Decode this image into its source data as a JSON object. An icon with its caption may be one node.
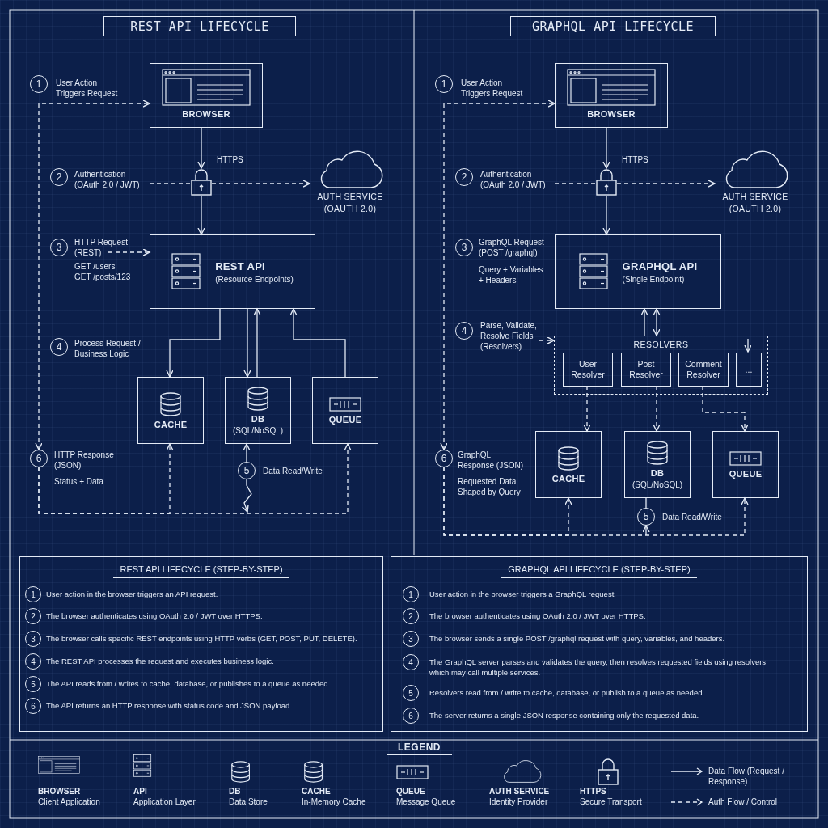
{
  "diagram": {
    "nodes": [
      {
        "text": [
          "REST API LIFECYCLE"
        ]
      },
      {
        "text": [
          "BROWSER"
        ]
      },
      {
        "text": [],
        "shape": "lock",
        "beside": [
          "HTTPS"
        ]
      },
      {
        "text": [
          "AUTH SERVICE (OAUTH 2.0)"
        ]
      },
      {
        "text": [
          "REST API",
          "(Resource Endpoints)"
        ]
      },
      {
        "text": [
          "CACHE"
        ]
      },
      {
        "text": [
          "DB",
          "(SQL/NoSQL)"
        ]
      },
      {
        "text": [
          "QUEUE"
        ]
      },
      {
        "text": [
          "1"
        ],
        "beside": [
          "User Action Triggers Request"
        ]
      },
      {
        "text": [
          "2"
        ],
        "beside": [
          "Authentication (OAuth 2.0 / JWT)"
        ]
      },
      {
        "text": [
          "3"
        ],
        "beside": [
          "HTTP Request (REST)",
          "GET /users GET /posts/123"
        ]
      },
      {
        "text": [
          "4"
        ],
        "beside": [
          "Process Request / Business Logic"
        ]
      },
      {
        "text": [
          "5"
        ],
        "beside": [
          "Data Read/Write"
        ]
      },
      {
        "text": [
          "6"
        ],
        "beside": [
          "HTTP Response (JSON)",
          "Status + Data"
        ]
      },
      {
        "text": [
          "GRAPHQL API LIFECYCLE"
        ]
      },
      {
        "text": [
          "BROWSER"
        ]
      },
      {
        "text": [],
        "shape": "lock",
        "beside": [
          "HTTPS"
        ]
      },
      {
        "text": [
          "AUTH SERVICE (OAUTH 2.0)"
        ]
      },
      {
        "text": [
          "GRAPHQL API",
          "(Single Endpoint)"
        ]
      },
      {
        "text": [
          "RESOLVERS"
        ]
      },
      {
        "text": [
          "User Resolver"
        ],
        "in": 19
      },
      {
        "text": [
          "Post Resolver"
        ],
        "in": 19
      },
      {
        "text": [
          "Comment Resolver"
        ],
        "in": 19
      },
      {
        "text": [
          "..."
        ],
        "in": 19
      },
      {
        "text": [
          "CACHE"
        ]
      },
      {
        "text": [
          "DB",
          "(SQL/NoSQL)"
        ]
      },
      {
        "text": [
          "QUEUE"
        ]
      },
      {
        "text": [
          "1"
        ],
        "beside": [
          "User Action Triggers Request"
        ]
      },
      {
        "text": [
          "2"
        ],
        "beside": [
          "Authentication (OAuth 2.0 / JWT)"
        ]
      },
      {
        "text": [
          "3"
        ],
        "beside": [
          "GraphQL Request (POST /graphql)",
          "Query + Variables + Headers"
        ]
      },
      {
        "text": [
          "4"
        ],
        "beside": [
          "Parse, Validate, Resolve Fields (Resolvers)"
        ]
      },
      {
        "text": [
          "5"
        ],
        "beside": [
          "Data Read/Write"
        ]
      },
      {
        "text": [
          "6"
        ],
        "beside": [
          "GraphQL Response (JSON)",
          "Requested Data Shaped by Query"
        ]
      },
      {
        "text": [
          "REST API LIFECYCLE (STEP-BY-STEP)"
        ]
      },
      {
        "text": [
          "1"
        ],
        "in": 33,
        "beside": [
          "User action in the browser triggers an API request."
        ]
      },
      {
        "text": [
          "2"
        ],
        "in": 33,
        "beside": [
          "The browser authenticates using OAuth 2.0 / JWT over HTTPS."
        ]
      },
      {
        "text": [
          "3"
        ],
        "in": 33,
        "beside": [
          "The browser calls specific REST endpoints using HTTP verbs (GET, POST, PUT, DELETE)."
        ]
      },
      {
        "text": [
          "4"
        ],
        "in": 33,
        "beside": [
          "The REST API processes the request and executes business logic."
        ]
      },
      {
        "text": [
          "5"
        ],
        "in": 33,
        "beside": [
          "The API reads from / writes to cache, database, or publishes to a queue as needed."
        ]
      },
      {
        "text": [
          "6"
        ],
        "in": 33,
        "beside": [
          "The API returns an HTTP response with status code and JSON payload."
        ]
      },
      {
        "text": [
          "GRAPHQL API LIFECYCLE (STEP-BY-STEP)"
        ]
      },
      {
        "text": [
          "1"
        ],
        "in": 40,
        "beside": [
          "User action in the browser triggers a GraphQL request."
        ]
      },
      {
        "text": [
          "2"
        ],
        "in": 40,
        "beside": [
          "The browser authenticates using OAuth 2.0 / JWT over HTTPS."
        ]
      },
      {
        "text": [
          "3"
        ],
        "in": 40,
        "beside": [
          "The browser sends a single POST /graphql request with query, variables, and headers."
        ]
      },
      {
        "text": [
          "4"
        ],
        "in": 40,
        "beside": [
          "The GraphQL server parses and validates the query, then resolves requested fields using resolvers which may call multiple services."
        ]
      },
      {
        "text": [
          "5"
        ],
        "in": 40,
        "beside": [
          "Resolvers read from / write to cache, database, or publish to a queue as needed."
        ]
      },
      {
        "text": [
          "6"
        ],
        "in": 40,
        "beside": [
          "The server returns a single JSON response containing only the requested data."
        ]
      }
    ],
    "edges": [
      {
        "from": 1,
        "to": 2,
        "arrow": "to"
      },
      {
        "from": 2,
        "to": 4,
        "arrow": "to"
      },
      {
        "from": 9,
        "to": 2,
        "arrow": "none",
        "style": "dashed"
      },
      {
        "from": 2,
        "to": 3,
        "arrow": "to",
        "style": "dashed"
      },
      {
        "from": 10,
        "to": 4,
        "arrow": "to",
        "style": "dashed"
      },
      {
        "from": 4,
        "to": 5,
        "arrow": "to"
      },
      {
        "from": 4,
        "to": 6,
        "arrow": "to"
      },
      {
        "from": 6,
        "to": 4,
        "arrow": "to"
      },
      {
        "from": 7,
        "to": 4,
        "arrow": "to"
      },
      {
        "from": 13,
        "to": 1,
        "arrow": "both",
        "style": "dashed"
      },
      {
        "from": 13,
        "to": 5,
        "arrow": "to",
        "style": "dashed"
      },
      {
        "from": 13,
        "to": 7,
        "arrow": "to",
        "style": "dashed"
      },
      {
        "from": 12,
        "to": 6,
        "arrow": "to"
      },
      {
        "from": 12,
        "to": null,
        "arrow": "to"
      },
      {
        "from": 15,
        "to": 16,
        "arrow": "to"
      },
      {
        "from": 16,
        "to": 18,
        "arrow": "to"
      },
      {
        "from": 28,
        "to": 16,
        "arrow": "none",
        "style": "dashed"
      },
      {
        "from": 16,
        "to": 17,
        "arrow": "to",
        "style": "dashed"
      },
      {
        "from": 19,
        "to": 18,
        "arrow": "to"
      },
      {
        "from": 18,
        "to": 19,
        "arrow": "both"
      },
      {
        "from": 30,
        "to": 19,
        "arrow": "to",
        "style": "dashed"
      },
      {
        "from": 20,
        "to": 24,
        "arrow": "to",
        "style": "dashed"
      },
      {
        "from": 21,
        "to": 25,
        "arrow": "to",
        "style": "dashed"
      },
      {
        "from": 22,
        "to": 26,
        "arrow": "to",
        "style": "dashed"
      },
      {
        "from": null,
        "to": 23,
        "arrow": "to"
      },
      {
        "from": 32,
        "to": 15,
        "arrow": "both",
        "style": "dashed"
      },
      {
        "from": 32,
        "to": 24,
        "arrow": "to",
        "style": "dashed"
      },
      {
        "from": 32,
        "to": 26,
        "arrow": "to",
        "style": "dashed"
      },
      {
        "from": 25,
        "to": 31,
        "arrow": "none"
      },
      {
        "from": null,
        "to": 31,
        "arrow": "to"
      }
    ],
    "labels": [
      "LEGEND"
    ],
    "legend": [
      {
        "text": "**BROWSER** Client Application"
      },
      {
        "text": "**API** Application Layer"
      },
      {
        "text": "**DB** Data Store"
      },
      {
        "text": "**CACHE** In-Memory Cache"
      },
      {
        "text": "**QUEUE** Message Queue"
      },
      {
        "text": "**AUTH SERVICE** Identity Provider"
      },
      {
        "text": "**HTTPS** Secure Transport"
      },
      {
        "text": "Data Flow (Request / Response)"
      },
      {
        "text": "Auth Flow / Control"
      }
    ]
  }
}
